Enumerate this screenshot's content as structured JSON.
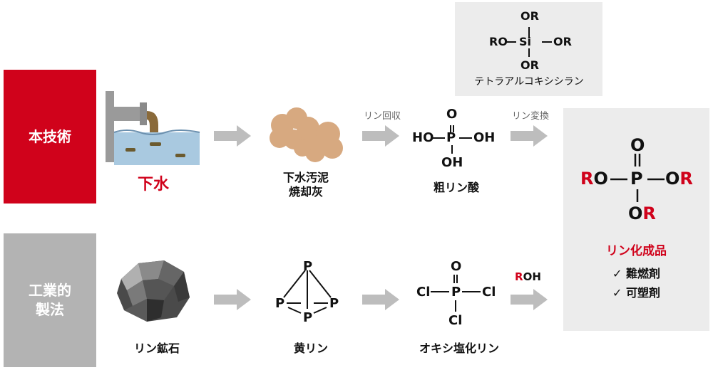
{
  "rows": {
    "top_label": "本技術",
    "bottom_label_line1": "工業的",
    "bottom_label_line2": "製法"
  },
  "top_flow": {
    "sewage_label": "下水",
    "ash_label_line1": "下水汚泥",
    "ash_label_line2": "焼却灰",
    "recovery_label": "リン回収",
    "crude_acid_label": "粗リン酸",
    "conversion_label": "リン変換"
  },
  "phosphoric_acid": {
    "top_o": "O",
    "left": "HO",
    "p": "P",
    "right": "OH",
    "bottom": "OH"
  },
  "silane": {
    "top": "OR",
    "left": "RO",
    "si": "Si",
    "right": "OR",
    "bottom": "OR",
    "name": "テトラアルコキシシラン"
  },
  "product": {
    "top_o": "O",
    "left_r": "R",
    "left_o": "O",
    "p": "P",
    "right_o": "O",
    "right_r": "R",
    "bottom_o": "O",
    "bottom_r": "R",
    "name": "リン化成品",
    "uses": [
      "✓ 難燃剤",
      "✓ 可塑剤"
    ]
  },
  "bottom_flow": {
    "ore_label": "リン鉱石",
    "white_p_label": "黄リン",
    "pocl3_label": "オキシ塩化リン",
    "roh_r": "R",
    "roh_oh": "OH"
  },
  "p4": {
    "atom": "P"
  },
  "pocl3": {
    "o": "O",
    "left": "Cl",
    "p": "P",
    "right": "Cl",
    "bottom": "Cl"
  },
  "colors": {
    "accent_red": "#d0021b",
    "gray_label": "#b3b3b3",
    "panel_gray": "#ececec",
    "arrow_gray": "#bdbdbd",
    "water_blue": "#a9c9e0",
    "ash_brown": "#d7a980"
  }
}
